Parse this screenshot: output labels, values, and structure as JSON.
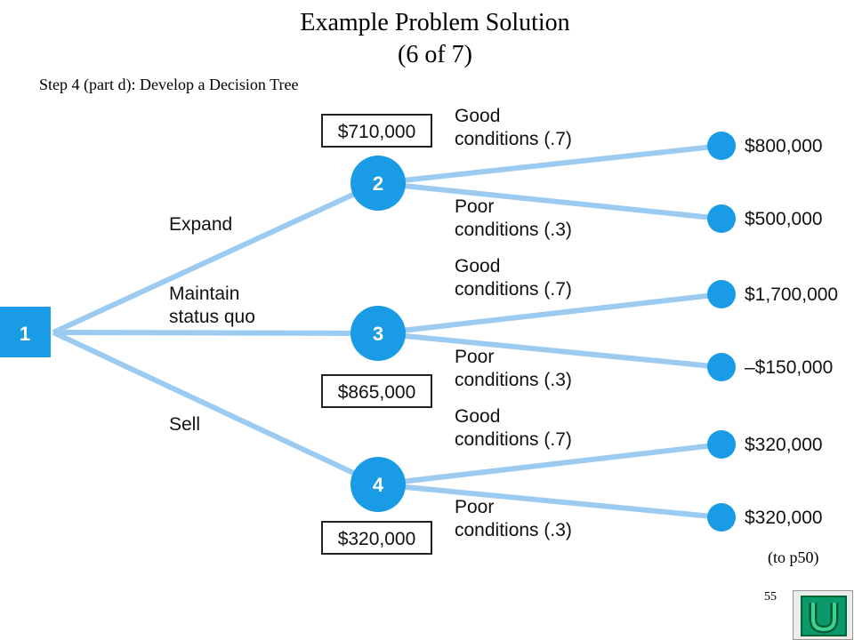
{
  "title_line1": "Example Problem Solution",
  "title_line2": "(6 of 7)",
  "step_text": "Step 4 (part d): Develop a Decision Tree",
  "colors": {
    "branch": "#9ccbf2",
    "node": "#1a9be6",
    "node_text": "#ffffff"
  },
  "tree": {
    "root_label": "1",
    "decisions": [
      {
        "label": "Expand",
        "node": "2",
        "expected_value": "$710,000",
        "outcomes": [
          {
            "label_line1": "Good",
            "label_line2": "conditions (.7)",
            "payoff": "$800,000"
          },
          {
            "label_line1": "Poor",
            "label_line2": "conditions (.3)",
            "payoff": "$500,000"
          }
        ]
      },
      {
        "label_line1": "Maintain",
        "label_line2": "status quo",
        "node": "3",
        "expected_value": "$865,000",
        "outcomes": [
          {
            "label_line1": "Good",
            "label_line2": "conditions (.7)",
            "payoff": "$1,700,000"
          },
          {
            "label_line1": "Poor",
            "label_line2": "conditions (.3)",
            "payoff": "–$150,000"
          }
        ]
      },
      {
        "label": "Sell",
        "node": "4",
        "expected_value": "$320,000",
        "outcomes": [
          {
            "label_line1": "Good",
            "label_line2": "conditions (.7)",
            "payoff": "$320,000"
          },
          {
            "label_line1": "Poor",
            "label_line2": "conditions (.3)",
            "payoff": "$320,000"
          }
        ]
      }
    ]
  },
  "footer": {
    "reference": "(to p50)",
    "page_number": "55",
    "nav_icon": "u-turn-return-icon"
  }
}
